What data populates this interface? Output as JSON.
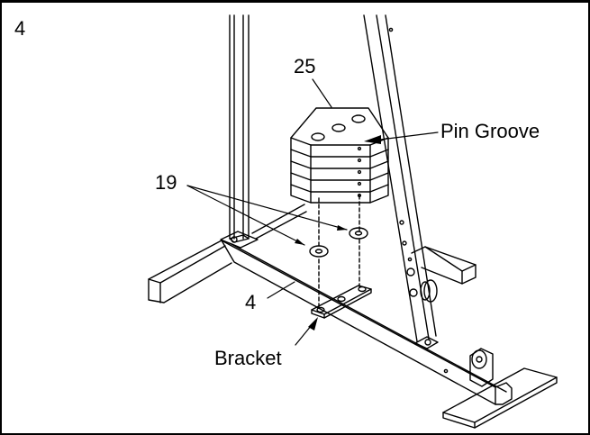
{
  "step_number": "4",
  "labels": {
    "weight_stack": "25",
    "pin_groove": "Pin Groove",
    "washers": "19",
    "base": "4",
    "bracket": "Bracket"
  },
  "colors": {
    "ink": "#000000",
    "paper": "#ffffff"
  }
}
